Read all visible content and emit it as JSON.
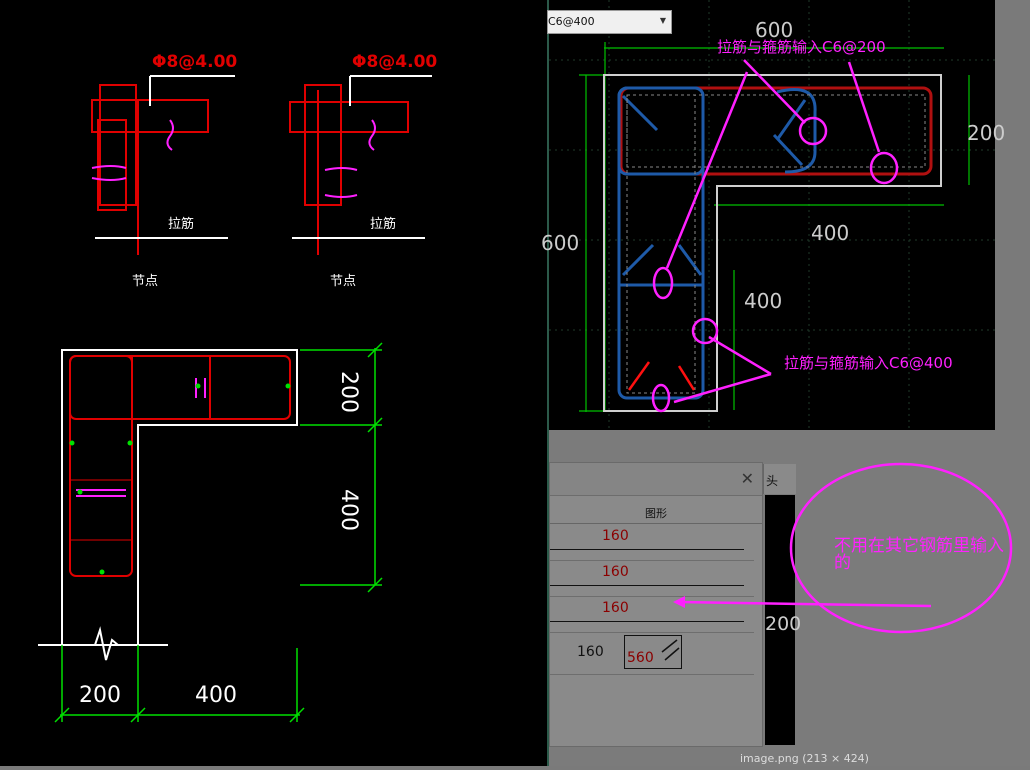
{
  "left": {
    "label_top_left": "Φ8@4.00",
    "label_top_right": "Φ8@4.00",
    "sub_label_left": "拉筋",
    "sub_label_right": "拉筋",
    "caption_left": "节点",
    "caption_right": "节点",
    "dim_200_top": "200",
    "dim_400_right": "400",
    "dim_200_bottom": "200",
    "dim_400_bottom": "400"
  },
  "cad": {
    "dropdown_value": "C6@400",
    "dim_600_top": "600",
    "dim_200_right": "200",
    "dim_400_mid": "400",
    "dim_400_inner": "400",
    "dim_600_left": "600",
    "annotation_top": "拉筋与箍筋输入C6@200",
    "annotation_bottom": "拉筋与箍筋输入C6@400"
  },
  "dialog": {
    "tab_label": "头",
    "column_header": "图形",
    "rows": [
      {
        "value": "160"
      },
      {
        "value": "160"
      },
      {
        "value": "160"
      }
    ],
    "last_row_value": "160",
    "last_row_shape_value": "560"
  },
  "side_dim": "200",
  "bubble_text": "不用在其它钢筋里输入的",
  "status": "image.png (213 × 424)",
  "colors": {
    "red": "#e00000",
    "magenta": "#ff20ff",
    "green": "#00e000",
    "blue": "#1e5aa8",
    "white": "#ffffff"
  }
}
